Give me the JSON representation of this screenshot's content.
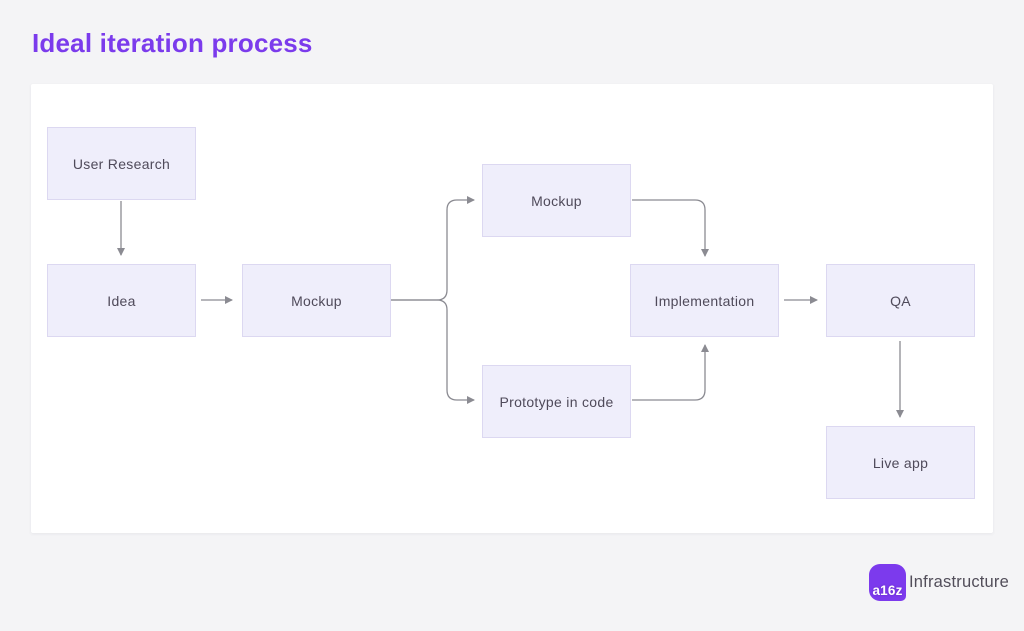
{
  "page": {
    "title": "Ideal iteration process"
  },
  "diagram": {
    "nodes": [
      {
        "id": "user-research",
        "label": "User Research"
      },
      {
        "id": "idea",
        "label": "Idea"
      },
      {
        "id": "mockup-mid",
        "label": "Mockup"
      },
      {
        "id": "mockup-top",
        "label": "Mockup"
      },
      {
        "id": "prototype-in-code",
        "label": "Prototype in code"
      },
      {
        "id": "implementation",
        "label": "Implementation"
      },
      {
        "id": "qa",
        "label": "QA"
      },
      {
        "id": "live-app",
        "label": "Live app"
      }
    ],
    "edges": [
      {
        "from": "User Research",
        "to": "Idea"
      },
      {
        "from": "Idea",
        "to": "Mockup"
      },
      {
        "from": "Mockup",
        "to": "Mockup (detailed)"
      },
      {
        "from": "Mockup",
        "to": "Prototype in code"
      },
      {
        "from": "Mockup (detailed)",
        "to": "Implementation"
      },
      {
        "from": "Prototype in code",
        "to": "Implementation"
      },
      {
        "from": "Implementation",
        "to": "QA"
      },
      {
        "from": "QA",
        "to": "Live app"
      }
    ]
  },
  "branding": {
    "logo_text": "a16z",
    "brand_name": "Infrastructure"
  },
  "colors": {
    "accent_title": "#7b3bec",
    "node_fill": "#efeefb",
    "node_border": "#dcd8f1",
    "node_text": "#4f4a5a",
    "arrow": "#8b8b92",
    "logo_purple": "#7c3aed",
    "page_background": "#f4f4f6",
    "card_background": "#ffffff"
  }
}
